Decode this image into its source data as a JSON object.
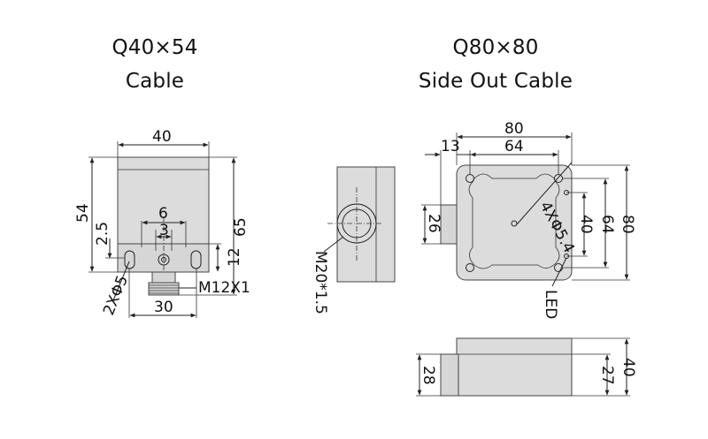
{
  "left": {
    "title_model": "Q40×54",
    "title_type": "Cable",
    "dims": {
      "width_top": "40",
      "height_left": "54",
      "offset_left": "2.5",
      "height_right": "65",
      "hole_spacing_6": "6",
      "hole_spacing_3": "3",
      "bottom_12": "12",
      "holes": "2XΦ5",
      "thread": "M12X1",
      "width_bottom": "30"
    }
  },
  "middle": {
    "thread": "M20*1.5"
  },
  "right": {
    "title_model": "Q80×80",
    "title_type": "Side Out Cable",
    "dims": {
      "width_80": "80",
      "width_64": "64",
      "offset_13": "13",
      "side_26": "26",
      "holes": "4XΦ5.4",
      "v40": "40",
      "v64": "64",
      "v80": "80",
      "led": "LED",
      "bottom_28": "28",
      "bottom_27": "27",
      "bottom_40": "40"
    }
  }
}
